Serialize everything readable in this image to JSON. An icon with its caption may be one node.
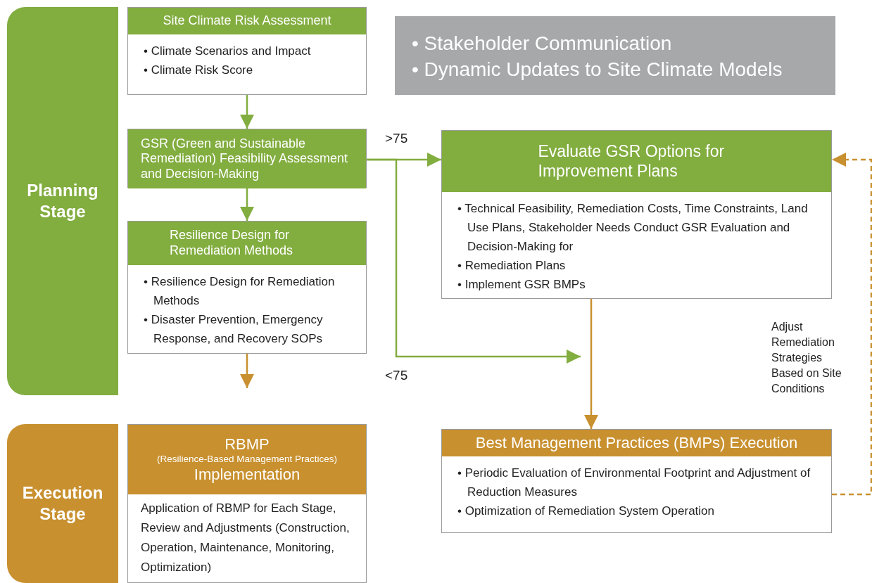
{
  "diagram": {
    "nodes": [
      {
        "text": [
          "Planning Stage"
        ]
      },
      {
        "text": [
          "Site Climate Risk Assessment",
          "• Climate Scenarios and Impact",
          "• Climate Risk Score"
        ]
      },
      {
        "text": [
          "GSR (Green and Sustainable Remediation) Feasibility Assessment and Decision-Making"
        ]
      },
      {
        "text": [
          "Resilience Design for Remediation Methods",
          "• Resilience Design for Remediation Methods",
          "• Disaster Prevention, Emergency Response, and Recovery SOPs"
        ]
      },
      {
        "text": [
          "• Stakeholder Communication",
          "• Dynamic Updates to Site Climate Models"
        ]
      },
      {
        "text": [
          "Evaluate GSR Options for Improvement Plans",
          "• Technical Feasibility, Remediation Costs, Time Constraints, Land Use Plans, Stakeholder Needs Conduct GSR Evaluation and Decision-Making for",
          "• Remediation Plans",
          "• Implement GSR BMPs"
        ]
      },
      {
        "text": [
          "Execution Stage"
        ]
      },
      {
        "text": [
          "RBMP",
          "(Resilience-Based Management Practices)",
          "Implementation",
          "Application of RBMP for Each Stage, Review and Adjustments (Construction, Operation, Maintenance, Monitoring, Optimization)"
        ]
      },
      {
        "text": [
          "Best Management Practices (BMPs) Execution",
          "• Periodic Evaluation of Environmental Footprint and Adjustment of Reduction Measures",
          "• Optimization of Remediation System Operation"
        ]
      }
    ],
    "edges": [
      {
        "from": 1,
        "to": 2,
        "arrow": "to"
      },
      {
        "from": 2,
        "to": 3,
        "arrow": "to"
      },
      {
        "from": 2,
        "to": 5,
        "arrow": "to",
        "label": ">75"
      },
      {
        "from": 2,
        "to": null,
        "arrow": "to",
        "label": "<75"
      },
      {
        "from": 3,
        "to": null,
        "arrow": "to",
        "color": "#c8902f"
      },
      {
        "from": 5,
        "to": 8,
        "arrow": "to",
        "color": "#c8902f"
      },
      {
        "from": 8,
        "to": 5,
        "arrow": "to",
        "style": "dashed",
        "color": "#c8902f",
        "label": "Adjust Remediation Strategies Based on Site Conditions"
      }
    ]
  }
}
